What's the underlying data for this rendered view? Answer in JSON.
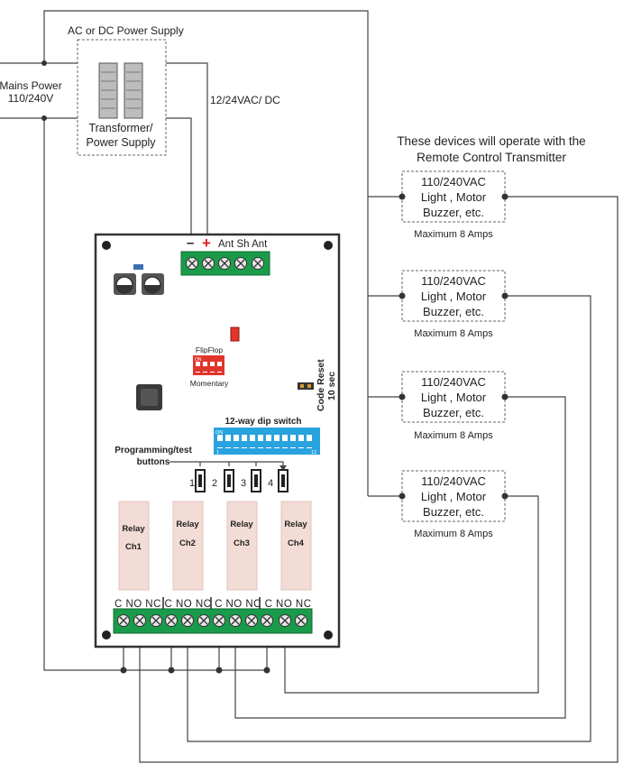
{
  "supply": {
    "title": "AC or DC Power Supply",
    "box_label_line1": "Transformer/",
    "box_label_line2": "Power Supply",
    "output_label": "12/24VAC/ DC"
  },
  "mains": {
    "line1": "Mains Power",
    "line2": "110/240V"
  },
  "devices_note": {
    "line1": "These  devices  will operate with  the",
    "line2": "Remote Control Transmitter"
  },
  "devices": [
    {
      "line1": "110/240VAC",
      "line2": "Light , Motor",
      "line3": "Buzzer, etc.",
      "rating": "Maximum 8 Amps"
    },
    {
      "line1": "110/240VAC",
      "line2": "Light , Motor",
      "line3": "Buzzer, etc.",
      "rating": "Maximum 8 Amps"
    },
    {
      "line1": "110/240VAC",
      "line2": "Light , Motor",
      "line3": "Buzzer, etc.",
      "rating": "Maximum 8 Amps"
    },
    {
      "line1": "110/240VAC",
      "line2": "Light , Motor",
      "line3": "Buzzer, etc.",
      "rating": "Maximum 8 Amps"
    }
  ],
  "board": {
    "top_terminal": {
      "minus": "–",
      "plus": "+",
      "labels": "Ant Sh Ant"
    },
    "flipflop": "FlipFlop",
    "momentary": "Momentary",
    "dip_on": "ON",
    "code_reset_line1": "Code Reset",
    "code_reset_line2": "10 sec",
    "dip12": {
      "title": "12-way dip switch",
      "on": "ON",
      "first": "1",
      "last": "12"
    },
    "prog": {
      "line1": "Programming/test",
      "line2": "buttons",
      "buttons": [
        "1",
        "2",
        "3",
        "4"
      ]
    },
    "relays": [
      {
        "line1": "Relay",
        "line2": "Ch1"
      },
      {
        "line1": "Relay",
        "line2": "Ch2"
      },
      {
        "line1": "Relay",
        "line2": "Ch3"
      },
      {
        "line1": "Relay",
        "line2": "Ch4"
      }
    ],
    "output_terminal_labels": "C NO NC C NO NC C NO NC C NO NC"
  },
  "colors": {
    "terminal_green": "#1a9b4a",
    "plus_red": "#e02020",
    "dip_blue": "#29a3df",
    "dip_red": "#e0352b",
    "relay_fill": "#f3dcd6"
  }
}
